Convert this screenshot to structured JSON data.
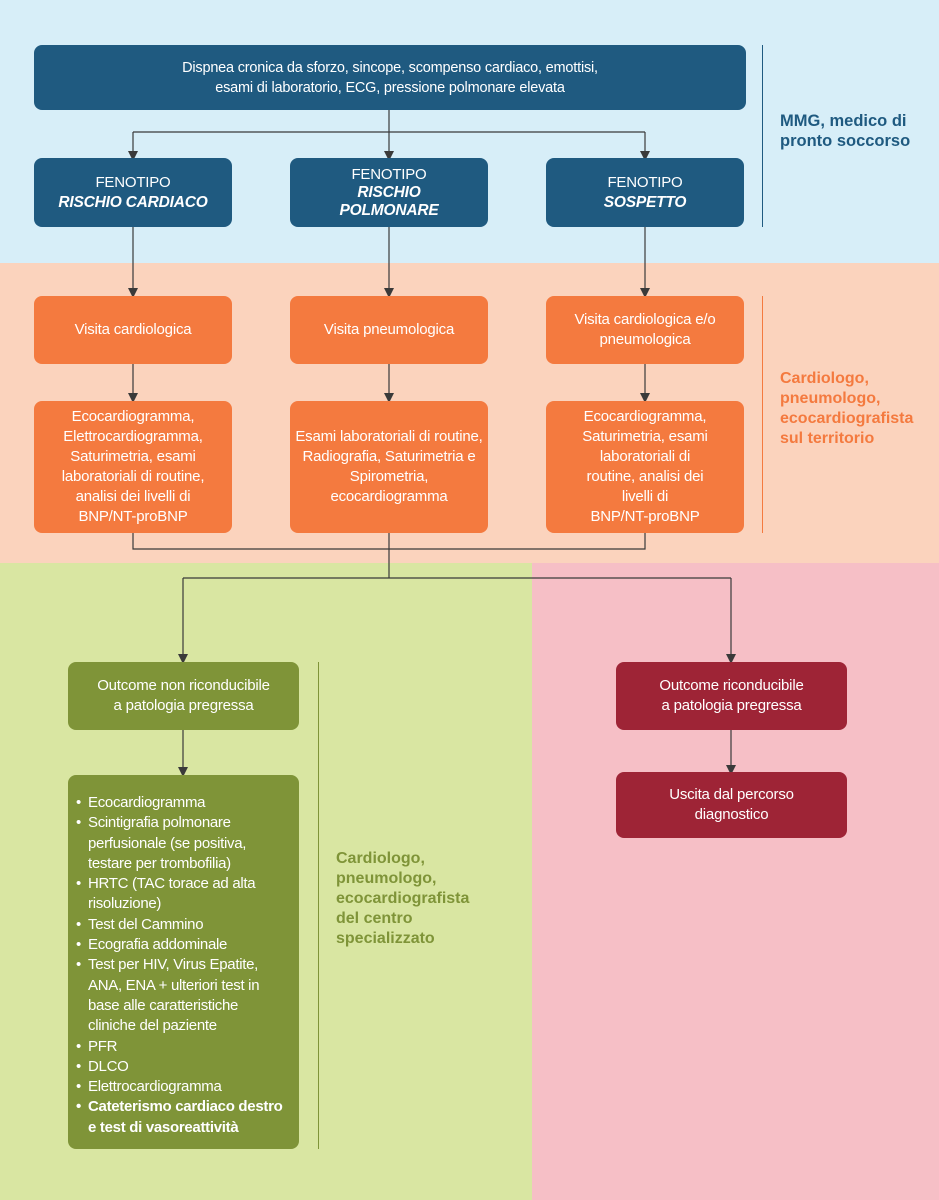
{
  "colors": {
    "band_blue": "#d7eef8",
    "band_orange": "#fbd3bd",
    "band_green": "#d9e6a2",
    "band_pink": "#f6bfc6",
    "box_blue": "#1f5a80",
    "box_orange": "#f47a3f",
    "box_olive": "#7f9438",
    "box_maroon": "#9e2436",
    "label_blue": "#1f5a80",
    "label_orange": "#f47a3f",
    "label_green": "#7f9438",
    "connector": "#3a3a3a"
  },
  "top": {
    "symptoms_line1": "Dispnea cronica da sforzo, sincope, scompenso cardiaco, emottisi,",
    "symptoms_line2": "esami di laboratorio, ECG, pressione polmonare elevata",
    "side_label": [
      "MMG, medico di",
      "pronto soccorso"
    ]
  },
  "phenotypes": [
    {
      "title": "FENOTIPO",
      "name_lines": [
        "RISCHIO CARDIACO"
      ]
    },
    {
      "title": "FENOTIPO",
      "name_lines": [
        "RISCHIO",
        "POLMONARE"
      ]
    },
    {
      "title": "FENOTIPO",
      "name_lines": [
        "SOSPETTO"
      ]
    }
  ],
  "territory": {
    "side_label": [
      "Cardiologo,",
      "pneumologo,",
      "ecocardiografista",
      "sul territorio"
    ],
    "visits": [
      {
        "lines": [
          "Visita cardiologica"
        ]
      },
      {
        "lines": [
          "Visita pneumologica"
        ]
      },
      {
        "lines": [
          "Visita cardiologica e/o",
          "pneumologica"
        ]
      }
    ],
    "exams": [
      {
        "lines": [
          "Ecocardiogramma,",
          "Elettrocardiogramma,",
          "Saturimetria, esami",
          "laboratoriali di routine,",
          "analisi dei livelli di",
          "BNP/NT-proBNP"
        ]
      },
      {
        "lines": [
          "Esami laboratoriali di routine,",
          "Radiografia, Saturimetria e",
          "Spirometria,",
          "ecocardiogramma"
        ]
      },
      {
        "lines": [
          "Ecocardiogramma,",
          "Saturimetria, esami",
          "laboratoriali di",
          "routine, analisi dei",
          "livelli di",
          "BNP/NT-proBNP"
        ]
      }
    ]
  },
  "specialized": {
    "outcome_lines": [
      "Outcome non riconducibile",
      "a patologia pregressa"
    ],
    "tests": [
      {
        "lines": [
          "Ecocardiogramma"
        ],
        "bold": false
      },
      {
        "lines": [
          "Scintigrafia polmonare",
          "perfusionale (se positiva,",
          "testare per trombofilia)"
        ],
        "bold": false
      },
      {
        "lines": [
          "HRTC (TAC torace ad alta",
          "risoluzione)"
        ],
        "bold": false
      },
      {
        "lines": [
          "Test del Cammino"
        ],
        "bold": false
      },
      {
        "lines": [
          "Ecografia addominale"
        ],
        "bold": false
      },
      {
        "lines": [
          "Test per HIV, Virus Epatite,",
          "ANA, ENA + ulteriori test in",
          "base alle caratteristiche",
          "cliniche del paziente"
        ],
        "bold": false
      },
      {
        "lines": [
          "PFR"
        ],
        "bold": false
      },
      {
        "lines": [
          "DLCO"
        ],
        "bold": false
      },
      {
        "lines": [
          "Elettrocardiogramma"
        ],
        "bold": false
      },
      {
        "lines": [
          "Cateterismo cardiaco destro",
          "e test di vasoreattività"
        ],
        "bold": true
      }
    ],
    "side_label": [
      "Cardiologo,",
      "pneumologo,",
      "ecocardiografista",
      "del centro",
      "specializzato"
    ]
  },
  "exit": {
    "outcome_lines": [
      "Outcome riconducibile",
      "a patologia pregressa"
    ],
    "exit_lines": [
      "Uscita dal percorso",
      "diagnostico"
    ]
  }
}
